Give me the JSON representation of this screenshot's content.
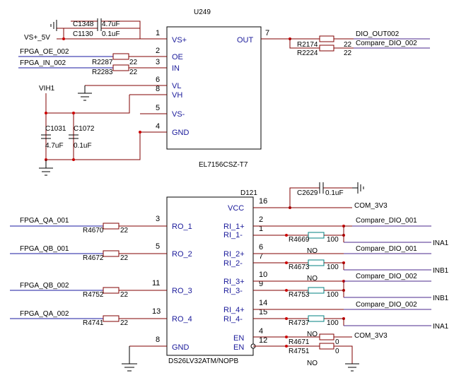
{
  "u249": {
    "ref": "U249",
    "part": "EL7156CSZ-T7",
    "pins_left": [
      {
        "num": "1",
        "name": "VS+"
      },
      {
        "num": "2",
        "name": "OE"
      },
      {
        "num": "3",
        "name": "IN"
      },
      {
        "num": "6",
        "name": "VL"
      },
      {
        "num": "8",
        "name": "VH"
      },
      {
        "num": "5",
        "name": "VS-"
      },
      {
        "num": "4",
        "name": "GND"
      }
    ],
    "pin_right": {
      "num": "7",
      "name": "OUT"
    }
  },
  "d121": {
    "ref": "D121",
    "part": "DS26LV32ATM/NOPB",
    "pins_left": [
      {
        "num": "3",
        "name": "RO_1"
      },
      {
        "num": "5",
        "name": "RO_2"
      },
      {
        "num": "11",
        "name": "RO_3"
      },
      {
        "num": "13",
        "name": "RO_4"
      },
      {
        "num": "8",
        "name": "GND"
      }
    ],
    "pins_right": [
      {
        "num": "16",
        "name": "VCC"
      },
      {
        "num": "2",
        "name": "RI_1+"
      },
      {
        "num": "1",
        "name": "RI_1-"
      },
      {
        "num": "6",
        "name": "RI_2+"
      },
      {
        "num": "7",
        "name": "RI_2-"
      },
      {
        "num": "10",
        "name": "RI_3+"
      },
      {
        "num": "9",
        "name": "RI_3-"
      },
      {
        "num": "14",
        "name": "RI_4+"
      },
      {
        "num": "15",
        "name": "RI_4-"
      },
      {
        "num": "4",
        "name": "EN"
      },
      {
        "num": "12",
        "name": "EN"
      }
    ]
  },
  "caps": [
    {
      "ref": "C1348",
      "value": "4.7uF"
    },
    {
      "ref": "C1130",
      "value": "0.1uF"
    },
    {
      "ref": "C1031",
      "value": "4.7uF"
    },
    {
      "ref": "C1072",
      "value": "0.1uF"
    },
    {
      "ref": "C2629",
      "value": "0.1uF"
    }
  ],
  "resistors": [
    {
      "ref": "R2287",
      "value": "22"
    },
    {
      "ref": "R2283",
      "value": "22"
    },
    {
      "ref": "R2174",
      "value": "22"
    },
    {
      "ref": "R2224",
      "value": "22"
    },
    {
      "ref": "R4670",
      "value": "22"
    },
    {
      "ref": "R4672",
      "value": "22"
    },
    {
      "ref": "R4752",
      "value": "22"
    },
    {
      "ref": "R4741",
      "value": "22"
    },
    {
      "ref": "R4669",
      "value": "100"
    },
    {
      "ref": "R4673",
      "value": "100"
    },
    {
      "ref": "R4753",
      "value": "100"
    },
    {
      "ref": "R4737",
      "value": "100"
    },
    {
      "ref": "R4671",
      "value": "0"
    },
    {
      "ref": "R4751",
      "value": "0"
    }
  ],
  "nets": {
    "vs5v": "VS+_5V",
    "vih1": "VIH1",
    "fpga_oe": "FPGA_OE_002",
    "fpga_in": "FPGA_IN_002",
    "dio_out": "DIO_OUT002",
    "cmp_dio_002": "Compare_DIO_002",
    "fpga_qa_001": "FPGA_QA_001",
    "fpga_qb_001": "FPGA_QB_001",
    "fpga_qb_002": "FPGA_QB_002",
    "fpga_qa_002": "FPGA_QA_002",
    "com_3v3": "COM_3V3",
    "cmp_dio_001": "Compare_DIO_001",
    "ina1": "INA1",
    "inb1": "INB1",
    "no": "NO"
  }
}
